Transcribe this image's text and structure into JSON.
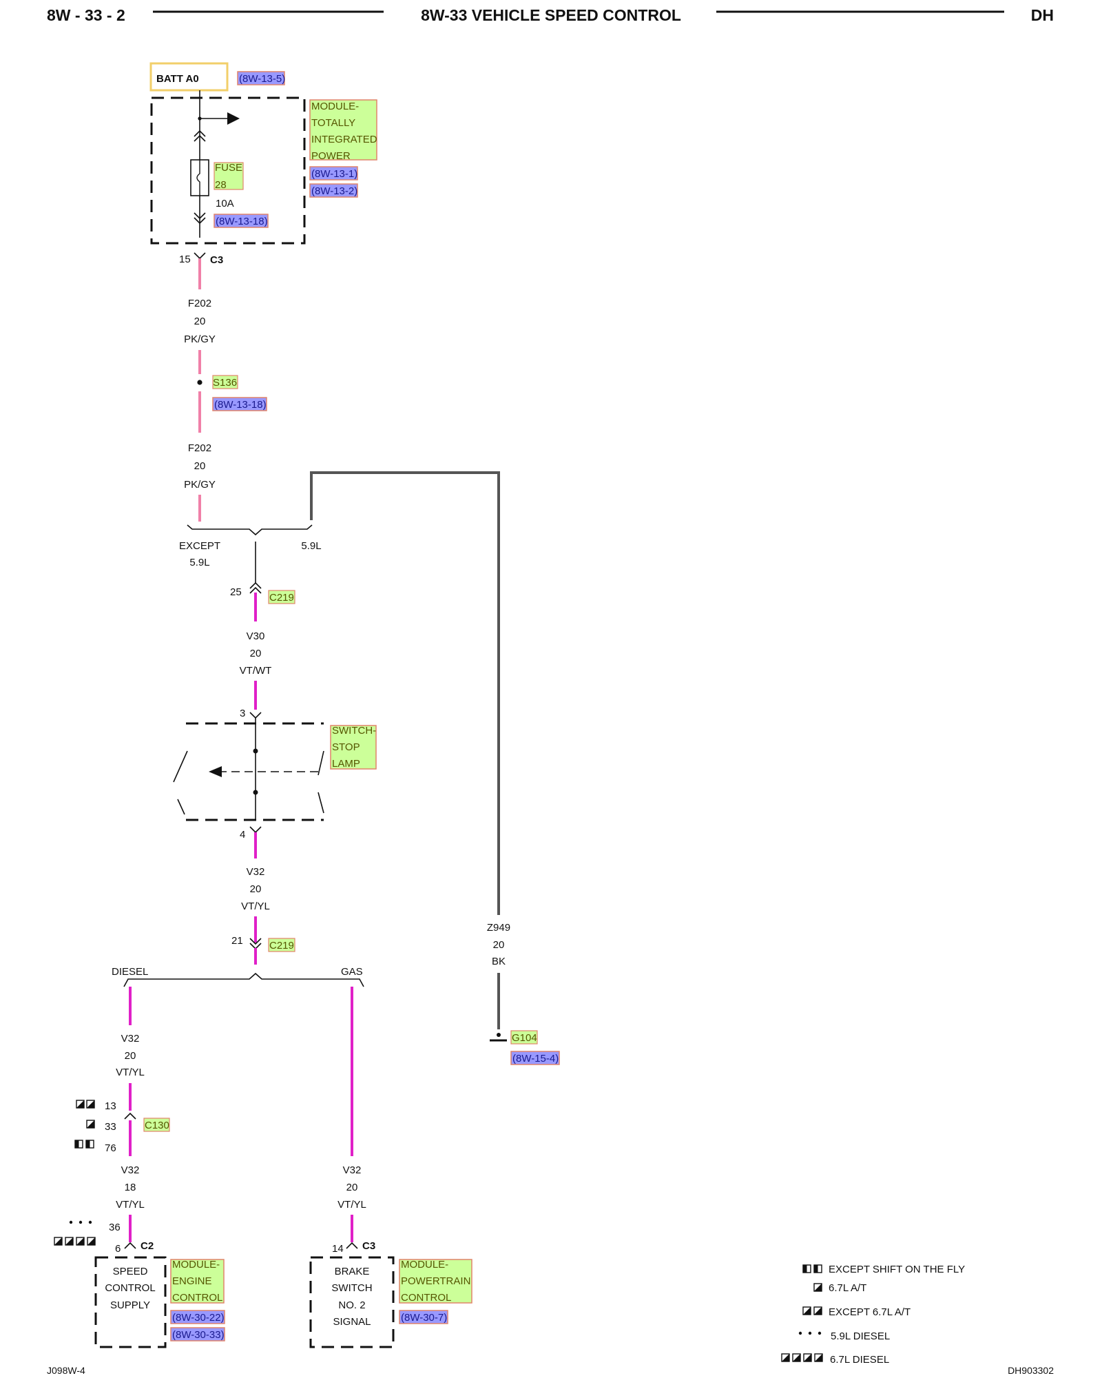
{
  "header": {
    "page_number": "8W - 33 - 2",
    "title": "8W-33 VEHICLE SPEED CONTROL",
    "model": "DH"
  },
  "footer": {
    "left_code": "J098W-4",
    "right_code": "DH903302"
  },
  "power": {
    "source": "BATT A0",
    "source_ref": "(8W-13-5)"
  },
  "tipm": {
    "label_lines": [
      "MODULE-",
      "TOTALLY",
      "INTEGRATED",
      "POWER"
    ],
    "refs": [
      "(8W-13-1)",
      "(8W-13-2)"
    ],
    "fuse_label_lines": [
      "FUSE",
      "28"
    ],
    "fuse_rating": "10A",
    "fuse_ref": "(8W-13-18)",
    "connector_pin": "15",
    "connector": "C3"
  },
  "wires": {
    "f202_top": [
      "F202",
      "20",
      "PK/GY"
    ],
    "f202_bottom": [
      "F202",
      "20",
      "PK/GY"
    ],
    "v30": [
      "V30",
      "20",
      "VT/WT"
    ],
    "v32_after_switch": [
      "V32",
      "20",
      "VT/YL"
    ],
    "v32_diesel_upper": [
      "V32",
      "20",
      "VT/YL"
    ],
    "v32_diesel_lower": [
      "V32",
      "18",
      "VT/YL"
    ],
    "v32_gas": [
      "V32",
      "20",
      "VT/YL"
    ],
    "z949": [
      "Z949",
      "20",
      "BK"
    ]
  },
  "splice": {
    "name": "S136",
    "ref": "(8W-13-18)"
  },
  "branch_top": {
    "left_lines": [
      "EXCEPT",
      "5.9L"
    ],
    "right": "5.9L"
  },
  "c219_upper": {
    "pin": "25",
    "name": "C219"
  },
  "stop_lamp_switch": {
    "label_lines": [
      "SWITCH-",
      "STOP",
      "LAMP"
    ],
    "pin_in": "3",
    "pin_out": "4"
  },
  "c219_lower": {
    "pin": "21",
    "name": "C219"
  },
  "branch_bottom": {
    "left": "DIESEL",
    "right": "GAS"
  },
  "ground": {
    "name": "G104",
    "ref": "(8W-15-4)"
  },
  "c130": {
    "name": "C130",
    "pins": [
      "13",
      "33",
      "76"
    ]
  },
  "ecm": {
    "pins": [
      "36",
      "6"
    ],
    "connector": "C2",
    "inner_lines": [
      "SPEED",
      "CONTROL",
      "SUPPLY"
    ],
    "label_lines": [
      "MODULE-",
      "ENGINE",
      "CONTROL"
    ],
    "refs": [
      "(8W-30-22)",
      "(8W-30-33)"
    ]
  },
  "pcm": {
    "pin": "14",
    "connector": "C3",
    "inner_lines": [
      "BRAKE",
      "SWITCH",
      "NO. 2",
      "SIGNAL"
    ],
    "label_lines": [
      "MODULE-",
      "POWERTRAIN",
      "CONTROL"
    ],
    "ref": "(8W-30-7)"
  },
  "legend": [
    {
      "symbol": "split-square-pair",
      "text": "EXCEPT SHIFT ON THE FLY"
    },
    {
      "symbol": "diagonal-square-single",
      "text": "6.7L A/T"
    },
    {
      "symbol": "diagonal-square-pair",
      "text": "EXCEPT 6.7L A/T"
    },
    {
      "symbol": "dot-triple",
      "text": "5.9L DIESEL"
    },
    {
      "symbol": "diagonal-square-quad",
      "text": "6.7L DIESEL"
    }
  ]
}
